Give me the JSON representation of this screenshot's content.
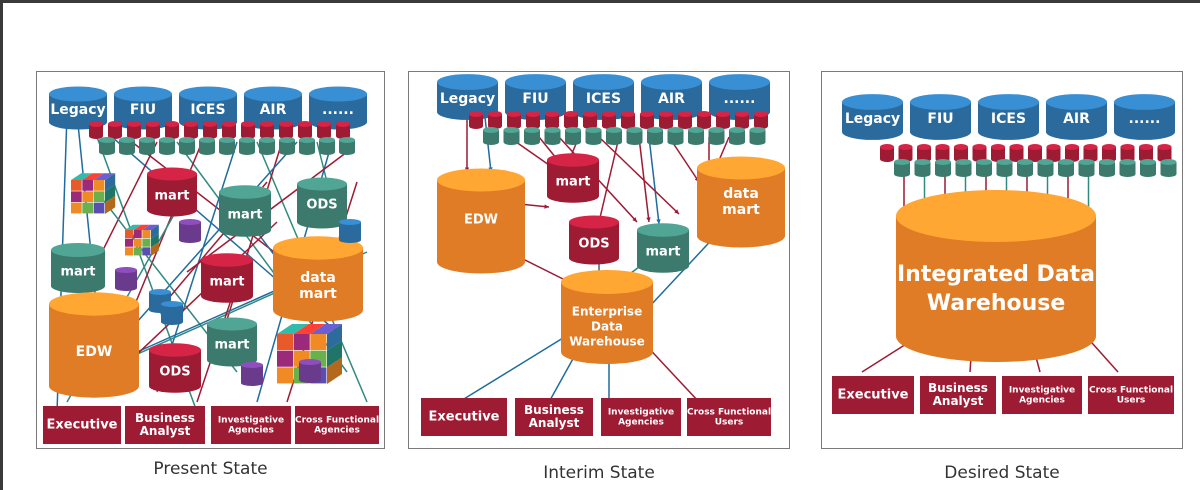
{
  "colors": {
    "blue": "#2a6a9c",
    "red": "#9e1b34",
    "teal": "#3c7a6e",
    "orange": "#e07b26",
    "purple": "#6a3a8c",
    "line_blue": "#1f6c9e",
    "line_red": "#9e1b34",
    "line_teal": "#2f8a80"
  },
  "panels": [
    {
      "caption": "Present State",
      "sources": [
        "Legacy",
        "FIU",
        "ICES",
        "AIR",
        "......"
      ],
      "stores": {
        "mart1": "mart",
        "mart2": "mart",
        "mart3": "mart",
        "mart4": "mart",
        "mart5": "mart",
        "ods1": "ODS",
        "ods2": "ODS",
        "datamart": "data mart",
        "edw": "EDW"
      },
      "users": [
        "Executive",
        "Business Analyst",
        "Investigative Agencies",
        "Cross Functional Agencies"
      ]
    },
    {
      "caption": "Interim State",
      "sources": [
        "Legacy",
        "FIU",
        "ICES",
        "AIR",
        "......"
      ],
      "stores": {
        "edw": "EDW",
        "mart1": "mart",
        "datamart": "data mart",
        "ods": "ODS",
        "mart2": "mart",
        "ent": "Enterprise Data Warehouse"
      },
      "users": [
        "Executive",
        "Business Analyst",
        "Investigative Agencies",
        "Cross Functional Users"
      ]
    },
    {
      "caption": "Desired State",
      "sources": [
        "Legacy",
        "FIU",
        "ICES",
        "AIR",
        "......"
      ],
      "stores": {
        "idw": "Integrated Data Warehouse"
      },
      "users": [
        "Executive",
        "Business Analyst",
        "Investigative Agencies",
        "Cross Functional Users"
      ]
    }
  ]
}
